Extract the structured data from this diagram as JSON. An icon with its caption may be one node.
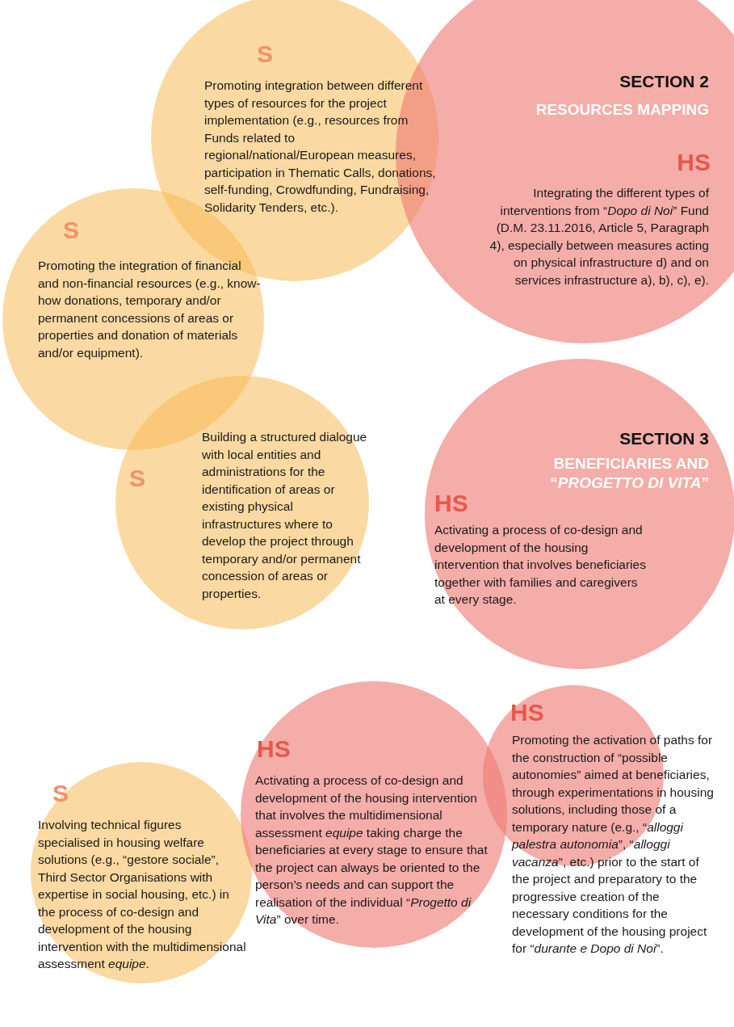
{
  "diagram": {
    "nodes": [
      {
        "text": [
          "S",
          "Promoting integration between different types of resources for the project implementation (e.g., resources from Funds related to regional/national/European measures, participation in Thematic Calls, donations, self-funding, Crowdfunding, Fundraising, Solidarity Tenders, etc.)."
        ]
      },
      {
        "text": [
          "SECTION 2",
          "RESOURCES MAPPING",
          "HS",
          "Integrating the different types of interventions from “*Dopo di Noi*” Fund (D.M. 23.11.2016, Article 5, Paragraph 4), especially between measures acting on physical infrastructure d) and on services infrastructure a), b), c), e)."
        ]
      },
      {
        "text": [
          "S",
          "Promoting the integration of financial and non-financial resources (e.g., know-how donations, temporary and/or permanent concessions of areas or properties and donation of materials and/or equipment)."
        ]
      },
      {
        "text": [
          "S",
          "Building a structured dialogue with local entities and administrations for the identification of areas or existing physical infrastructures where to develop the project through temporary and/or permanent concession of areas or properties."
        ]
      },
      {
        "text": [
          "SECTION 3",
          "BENEFICIARIES AND “*PROGETTO DI VITA*”",
          "HS",
          "Activating a process of co-design and development of the housing intervention that involves beneficiaries together with families and caregivers at every stage."
        ]
      },
      {
        "text": [
          "S",
          "Involving technical figures specialised in housing welfare solutions (e.g., “gestore sociale”, Third Sector Organisations with expertise in social housing, etc.) in the process of co-design and development of the housing intervention with the multidimensional assessment *equipe*."
        ]
      },
      {
        "text": [
          "HS",
          "Activating a process of co-design and development of the housing intervention that involves the multidimensional assessment *equipe* taking charge the beneficiaries at every stage to ensure that the project can always be oriented to the person’s needs and can support the realisation of the individual “*Progetto di Vita*” over time."
        ]
      },
      {
        "text": [
          "HS",
          "Promoting the activation of paths for the construction of “possible autonomies” aimed at beneficiaries, through experimentations in housing solutions, including those of a temporary nature (e.g., “*alloggi palestra autonomia*”, “*alloggi vacanza*”, etc.) prior to the start of the project and preparatory to the progressive creation of the necessary conditions for the development of the housing project for “*durante e Dopo di Noi*”."
        ]
      }
    ],
    "edges": []
  }
}
